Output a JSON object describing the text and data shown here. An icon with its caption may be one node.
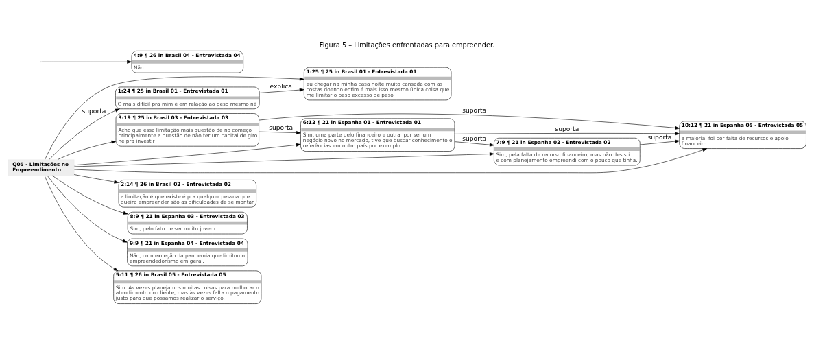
{
  "diagram": {
    "title": "Figura 5 – Limitações enfrentadas para empreender.",
    "nodes": [
      {
        "text": [
          "1:25 ¶ 25 in Brasil 01 - Entrevistada 01",
          "eu chegar na minha casa noite muito cansada com as costas doendo enfim é mais isso mesmo única coisa que me limitar o peso excesso de peso"
        ]
      },
      {
        "text": [
          "1:24 ¶ 25 in Brasil 01 - Entrevistada 01",
          "O mais difícil pra mim é em relação ao peso mesmo né"
        ]
      },
      {
        "text": [
          "6:12 ¶ 21 in Espanha 01 - Entrevistada 01",
          "Sim, uma parte pelo financeiro e outra  por ser um negócio novo no mercado, tive que buscar conhecimento e referências em outro país por exemplo."
        ]
      },
      {
        "text": [
          "2:14 ¶ 26 in Brasil 02 - Entrevistada 02",
          "a limitação é que existe é pra qualquer pessoa que queira empreender são as dificuldades de se montar"
        ]
      },
      {
        "text": [
          "7:9 ¶ 21 in Espanha 02 - Entrevistada 02",
          "Sim, pela falta de recurso financeiro, mas não desisti e com planejamento empreendi com o pouco que tinha."
        ]
      },
      {
        "text": [
          "Q05 - Limitações no Empreendimento"
        ]
      },
      {
        "text": [
          "8:9 ¶ 21 in Espanha 03 - Entrevistada 03",
          "Sim, pelo fato de ser muito jovem"
        ]
      },
      {
        "text": [
          "3:19 ¶ 25 in Brasil 03 - Entrevistada 03",
          "Acho que essa limitação mais questão de no começo principalmente a questão de não ter um capital de giro né pra investir"
        ]
      },
      {
        "text": [
          "9:9 ¶ 21 in Espanha 04 - Entrevistada 04",
          "Não, com exceção da pandemia que limitou o empreendedorismo em geral."
        ]
      },
      {
        "text": [
          "4:9 ¶ 26 in Brasil 04 - Entrevistada 04",
          "Não"
        ]
      },
      {
        "text": [
          "5:11 ¶ 26 in Brasil 05 - Entrevistada 05",
          "Sim. Às vezes planejamos muitas coisas para melhorar o atendimento do cliente, mas às vezes falta o pagamento justo para que possamos realizar o serviço."
        ]
      },
      {
        "text": [
          "10:12 ¶ 21 in Espanha 05 - Entrevistada 05",
          "a maioria  foi por falta de recursos e apoio financeiro."
        ]
      }
    ],
    "edges": [
      {
        "from": 5,
        "to": 1,
        "arrow": "to",
        "label": "suporta"
      },
      {
        "from": 5,
        "to": 0,
        "arrow": "to"
      },
      {
        "from": 5,
        "to": 3,
        "arrow": "to"
      },
      {
        "from": 5,
        "to": 7,
        "arrow": "to"
      },
      {
        "from": 5,
        "to": 10,
        "arrow": "to"
      },
      {
        "from": 5,
        "to": 8,
        "arrow": "to"
      },
      {
        "from": 5,
        "to": 6,
        "arrow": "to"
      },
      {
        "from": 5,
        "to": 4,
        "arrow": "to"
      },
      {
        "from": 5,
        "to": 2,
        "arrow": "to"
      },
      {
        "from": 5,
        "to": 11,
        "arrow": "to"
      },
      {
        "from": 1,
        "to": 0,
        "arrow": "to",
        "label": "explica"
      },
      {
        "from": 7,
        "to": 2,
        "arrow": "to",
        "label": "suporta"
      },
      {
        "from": 2,
        "to": 4,
        "arrow": "to",
        "label": "suporta"
      },
      {
        "from": 4,
        "to": 11,
        "arrow": "to",
        "label": "suporta"
      },
      {
        "from": 2,
        "to": 11,
        "arrow": "to",
        "label": "suporta"
      },
      {
        "from": 7,
        "to": 11,
        "arrow": "to",
        "label": "suporta"
      },
      {
        "from": null,
        "to": 9,
        "arrow": "to"
      }
    ]
  }
}
